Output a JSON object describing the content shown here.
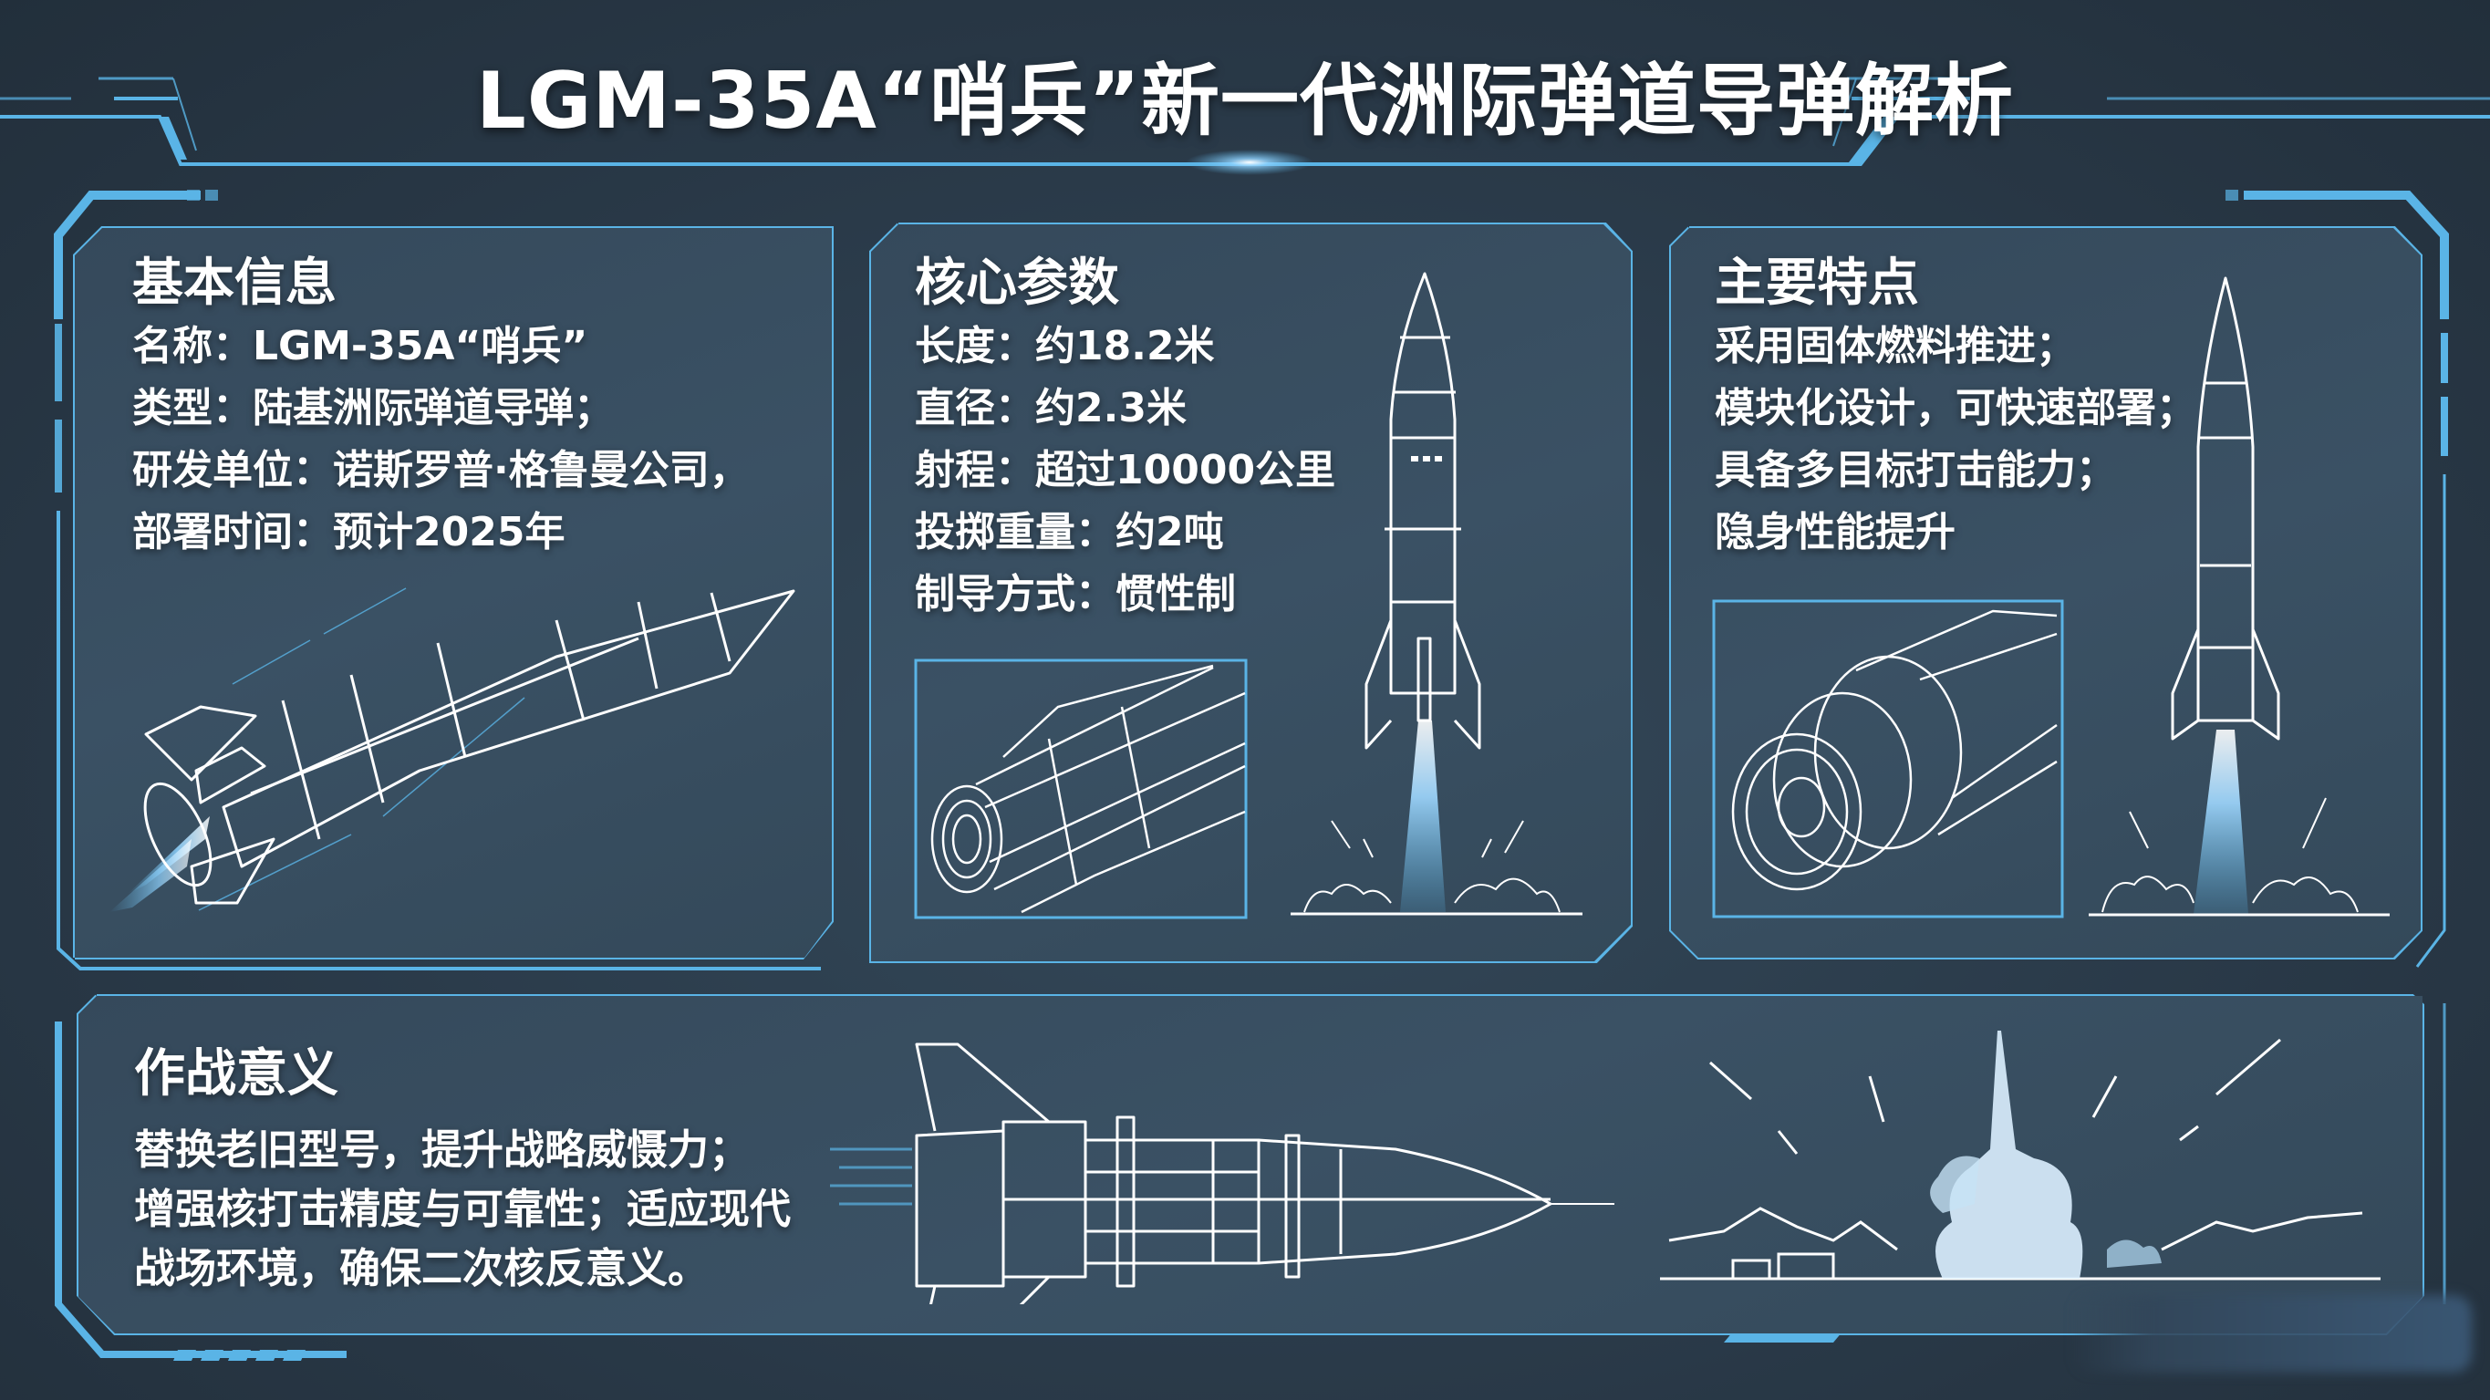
{
  "title": "LGM-35A“哨兵”新一代洲际弹道导弹解析",
  "colors": {
    "background": "#2a3a49",
    "panel": "#3a5164",
    "accent": "#5ab4e6",
    "accent_glow": "#8fd3ff",
    "line_art": "#ffffff",
    "text": "#ffffff"
  },
  "panels": {
    "basic_info": {
      "heading": "基本信息",
      "lines": [
        "名称：LGM-35A“哨兵”",
        "类型：陆基洲际弹道导弹；",
        "研发单位：诺斯罗普·格鲁曼公司，",
        "部署时间：预计2025年"
      ],
      "illustration": "missile-in-flight-wireframe"
    },
    "core_params": {
      "heading": "核心参数",
      "lines": [
        "长度：约18.2米",
        "直径：约2.3米",
        "射程：超过10000公里",
        "投掷重量：约2吨",
        "制导方式：惯性制"
      ],
      "illustrations": [
        "engine-nozzle-closeup-wireframe",
        "vertical-missile-launch-wireframe"
      ]
    },
    "main_features": {
      "heading": "主要特点",
      "lines": [
        "采用固体燃料推进；",
        "模块化设计，可快速部署；",
        "具备多目标打击能力；",
        "隐身性能提升"
      ],
      "illustrations": [
        "rocket-engine-detail-wireframe",
        "vertical-missile-launch-wireframe"
      ]
    },
    "combat_significance": {
      "heading": "作战意义",
      "paragraph_lines": [
        "替换老旧型号，提升战略威慑力；",
        "增强核打击精度与可靠性；适应现代",
        "战场环境，确保二次核反意义。"
      ],
      "illustrations": [
        "missile-cutaway-side-wireframe",
        "silo-launch-landscape-sketch"
      ]
    }
  }
}
